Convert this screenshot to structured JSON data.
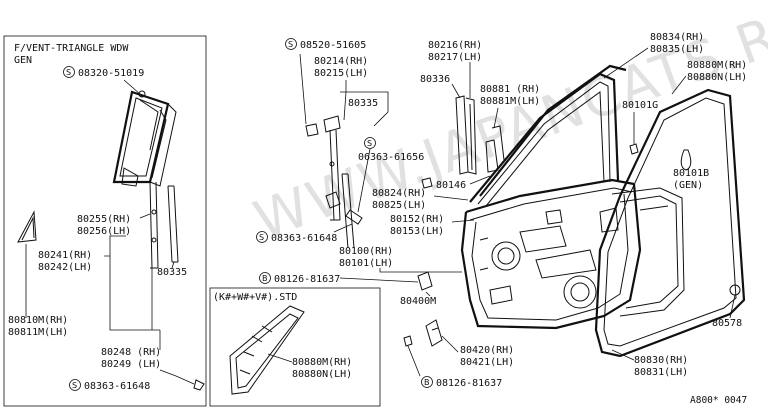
{
  "watermark": "WWW.JAPANCATS.RU",
  "page_code": "A800* 0047",
  "inset_left": {
    "title_line1": "F/VENT-TRIANGLE WDW",
    "title_line2": "GEN"
  },
  "inset_bottom": {
    "title": "(K#+W#+V#).STD"
  },
  "marks": {
    "s": "S",
    "b": "B"
  },
  "labels": {
    "l_08320_51019": "08320-51019",
    "l_80255": "80255(RH)",
    "l_80256": "80256(LH)",
    "l_80241": "80241(RH)",
    "l_80242": "80242(LH)",
    "l_80335a": "80335",
    "l_80810": "80810M(RH)",
    "l_80811": "80811M(LH)",
    "l_80248": "80248 (RH)",
    "l_80249": "80249 (LH)",
    "l_08363_61648b": "08363-61648",
    "l_08520_51605": "08520-51605",
    "l_80214": "80214(RH)",
    "l_80215": "80215(LH)",
    "l_80335b": "80335",
    "l_06363_61656": "06363-61656",
    "l_08363_61648a": "08363-61648",
    "l_80216": "80216(RH)",
    "l_80217": "80217(LH)",
    "l_80336": "80336",
    "l_80881": "80881 (RH)",
    "l_80881m": "80881M(LH)",
    "l_80146": "80146",
    "l_80824": "80824(RH)",
    "l_80825": "80825(LH)",
    "l_80152": "80152(RH)",
    "l_80153": "80153(LH)",
    "l_80100": "80100(RH)",
    "l_80101": "80101(LH)",
    "l_08126_81637a": "08126-81637",
    "l_80400m": "80400M",
    "l_80420": "80420(RH)",
    "l_80421": "80421(LH)",
    "l_08126_81637b": "08126-81637",
    "l_80880m_b": "80880M(RH)",
    "l_80880n_b": "80880N(LH)",
    "l_80834": "80834(RH)",
    "l_80835": "80835(LH)",
    "l_80880m": "80880M(RH)",
    "l_80880n": "80880N(LH)",
    "l_80101g": "80101G",
    "l_80101b": "80101B",
    "l_gen": "(GEN)",
    "l_80578": "80578",
    "l_80830": "80830(RH)",
    "l_80831": "80831(LH)"
  }
}
